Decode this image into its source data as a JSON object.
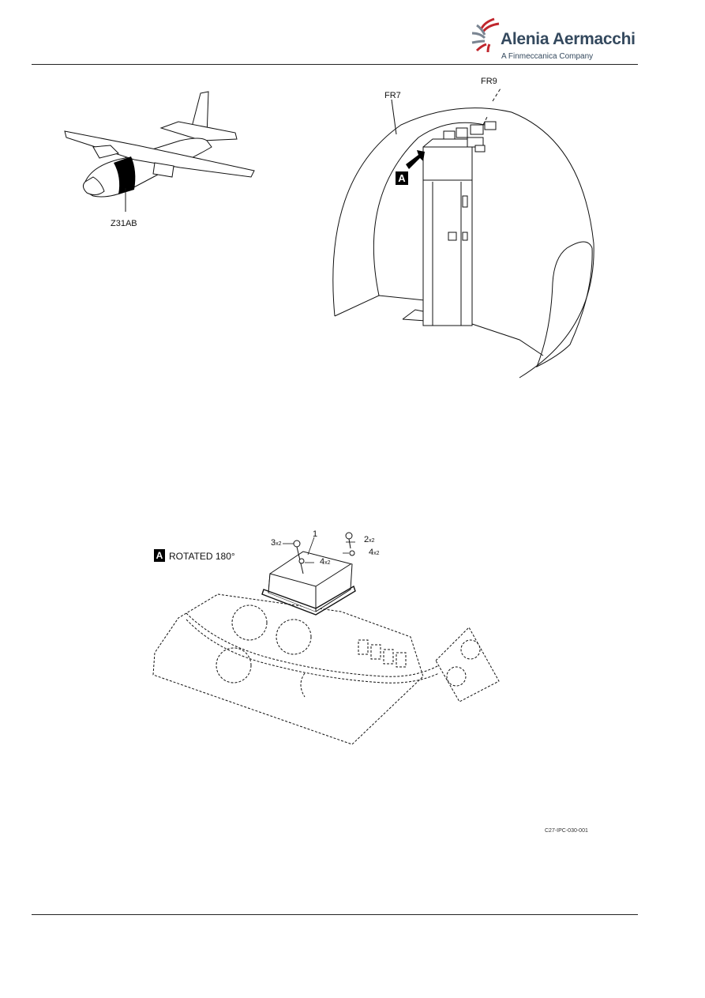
{
  "header": {
    "brand_name": "Alenia Aermacchi",
    "brand_tagline": "A Finmeccanica Company",
    "logo_colors": {
      "red": "#c0262d",
      "gray": "#7a8592",
      "text": "#34495e"
    }
  },
  "figure_top_left": {
    "zone_label": "Z31AB"
  },
  "figure_top_right": {
    "frame_label_1": "FR7",
    "frame_label_2": "FR9",
    "view_callout": "A"
  },
  "figure_bottom": {
    "view_callout": "A",
    "view_note": "ROTATED 180°",
    "item_callouts": [
      {
        "item": "1",
        "qty": ""
      },
      {
        "item": "2",
        "qty": "x2"
      },
      {
        "item": "3",
        "qty": "x2"
      },
      {
        "item": "4",
        "qty": "x2"
      },
      {
        "item": "4",
        "qty": "x2"
      }
    ]
  },
  "figure_ref": "C27-IPC-030-001"
}
